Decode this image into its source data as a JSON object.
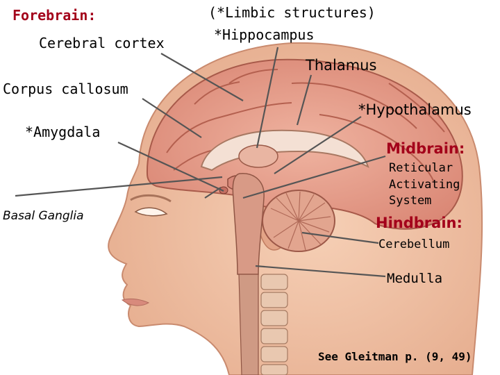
{
  "labels": {
    "forebrain": "Forebrain:",
    "cerebral_cortex": "Cerebral cortex",
    "corpus_callosum": "Corpus callosum",
    "amygdala": "*Amygdala",
    "basal_ganglia": "Basal Ganglia",
    "limbic": "(*Limbic structures)",
    "hippocampus": "*Hippocampus",
    "thalamus": "Thalamus",
    "hypothalamus": "*Hypothalamus",
    "midbrain": "Midbrain:",
    "reticular_1": "Reticular",
    "reticular_2": "Activating",
    "reticular_3": "System",
    "hindbrain": "Hindbrain:",
    "cerebellum": "Cerebellum",
    "medulla": "Medulla",
    "citation": "See Gleitman p. (9, 49)"
  },
  "colors": {
    "division_heading": "#a3001a",
    "label_text": "#000000",
    "skin": "#f2c2a4",
    "brain": "#e6a08c"
  }
}
